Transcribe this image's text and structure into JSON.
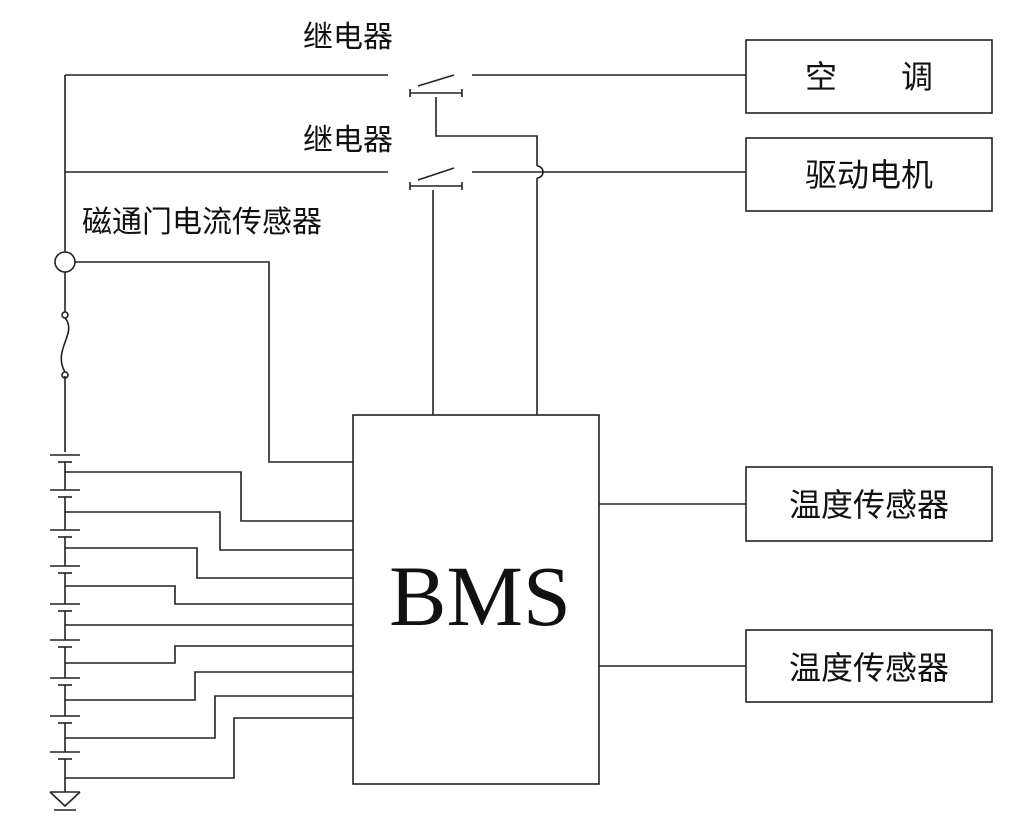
{
  "labels": {
    "relay_top": "继电器",
    "relay_bottom": "继电器",
    "current_sensor": "磁通门电流传感器"
  },
  "boxes": {
    "ac": "空　　调",
    "motor": "驱动电机",
    "temp_sensor_1": "温度传感器",
    "temp_sensor_2": "温度传感器",
    "bms": "BMS"
  },
  "colors": {
    "line": "#222222",
    "text": "#111111",
    "background": "#ffffff"
  }
}
